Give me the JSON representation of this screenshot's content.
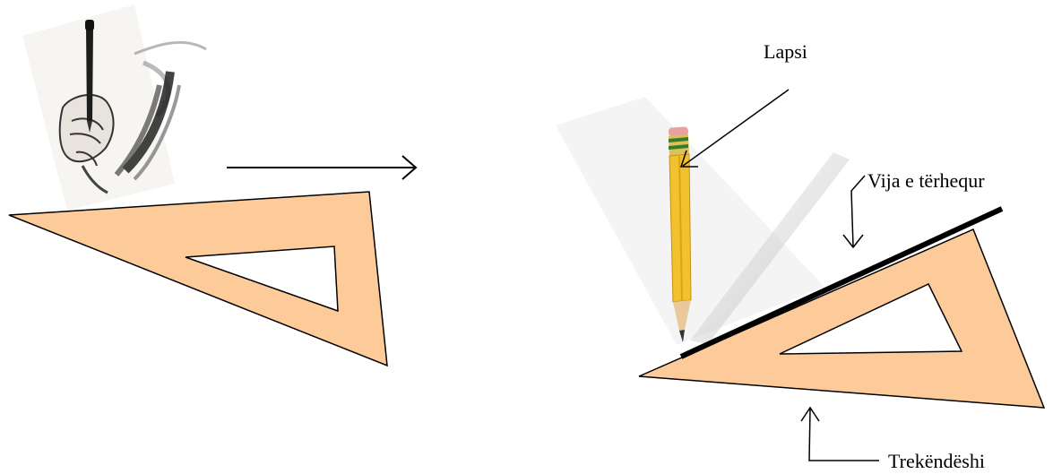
{
  "labels": {
    "pencil": "Lapsi",
    "drawn_line": "Vija e tërhequr",
    "triangle": "Trekëndëshi"
  },
  "icons": {
    "hand_drawing": "hand-drawing-with-pen-icon",
    "pencil": "pencil-icon",
    "arrow": "right-arrow-icon",
    "set_square": "set-square-triangle-icon"
  },
  "colors": {
    "set_square_fill": "#FDCB9A",
    "outline": "#000000",
    "pencil_body": "#F2C12E",
    "pencil_band": "#3A7A2A",
    "eraser": "#E9A0A0",
    "photo_bg": "#F4F4F4"
  }
}
